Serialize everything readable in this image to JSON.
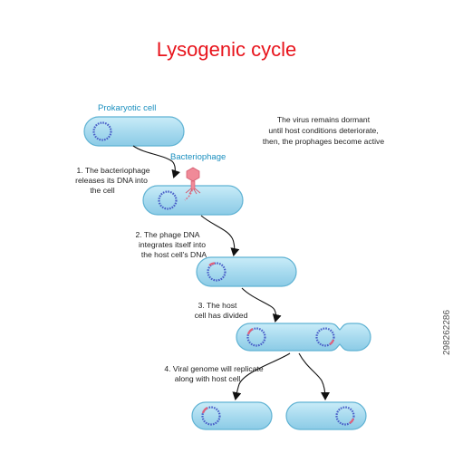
{
  "title": "Lysogenic cycle",
  "labels": {
    "prokaryotic_cell": "Prokaryotic cell",
    "bacteriophage": "Bacteriophage",
    "dormant_note": [
      "The virus remains dormant",
      "until host conditions deteriorate,",
      "then, the prophages become active"
    ]
  },
  "steps": [
    {
      "lines": [
        "1. The bacteriophage",
        "releases its DNA into",
        "the cell"
      ]
    },
    {
      "lines": [
        "2. The phage DNA",
        "integrates itself into",
        "the host cell's DNA"
      ]
    },
    {
      "lines": [
        "3. The host",
        "cell has divided"
      ]
    },
    {
      "lines": [
        "4. Viral genome will replicate",
        "along with host cell"
      ]
    }
  ],
  "stock_id": "298262286",
  "colors": {
    "title": "#e8141c",
    "label_blue": "#1a8fbf",
    "cell_fill": "#a9dcef",
    "cell_stroke": "#5fb2d3",
    "dna_blue": "#4a5fc8",
    "phage_pink": "#f08a98",
    "arrow": "#111111"
  }
}
